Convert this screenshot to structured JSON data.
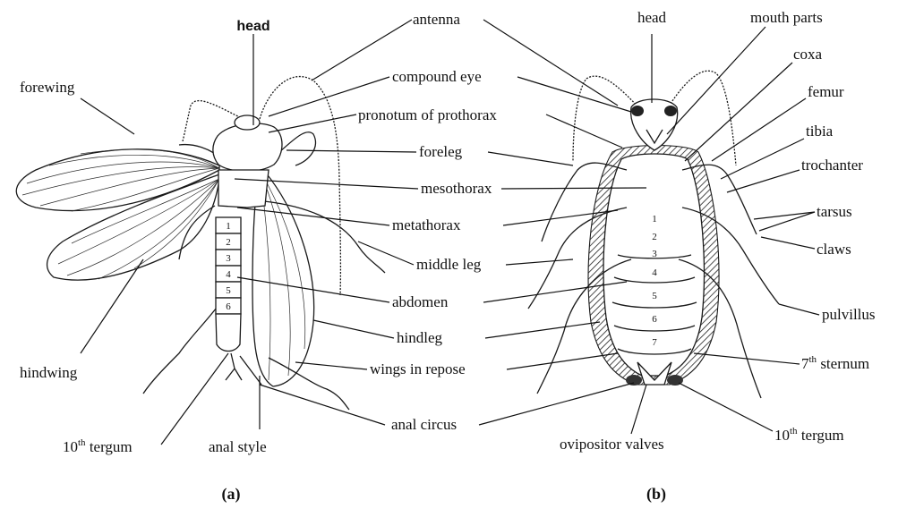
{
  "diagram_a": {
    "caption": "(a)",
    "labels": {
      "head": "head",
      "forewing": "forewing",
      "hindwing": "hindwing",
      "tergum_10_prefix": "10",
      "tergum_10_sup": "th",
      "tergum_10_suffix": " tergum",
      "anal_style": "anal style"
    },
    "segments": [
      "1",
      "2",
      "3",
      "4",
      "5",
      "6"
    ]
  },
  "center_labels": {
    "antenna": "antenna",
    "compound_eye": "compound eye",
    "pronotum": "pronotum of prothorax",
    "foreleg": "foreleg",
    "mesothorax": "mesothorax",
    "metathorax": "metathorax",
    "middle_leg": "middle leg",
    "abdomen": "abdomen",
    "hindleg": "hindleg",
    "wings_in_repose": "wings in repose",
    "anal_circus": "anal circus"
  },
  "diagram_b": {
    "caption": "(b)",
    "labels": {
      "head": "head",
      "mouth_parts": "mouth parts",
      "coxa": "coxa",
      "femur": "femur",
      "tibia": "tibia",
      "trochanter": "trochanter",
      "tarsus": "tarsus",
      "claws": "claws",
      "pulvillus": "pulvillus",
      "sternum_7_prefix": "7",
      "sternum_7_sup": "th",
      "sternum_7_suffix": " sternum",
      "ovipositor_valves": "ovipositor valves",
      "tergum_10_prefix": "10",
      "tergum_10_sup": "th",
      "tergum_10_suffix": " tergum"
    },
    "segments": [
      "1",
      "2",
      "3",
      "4",
      "5",
      "6",
      "7"
    ]
  }
}
